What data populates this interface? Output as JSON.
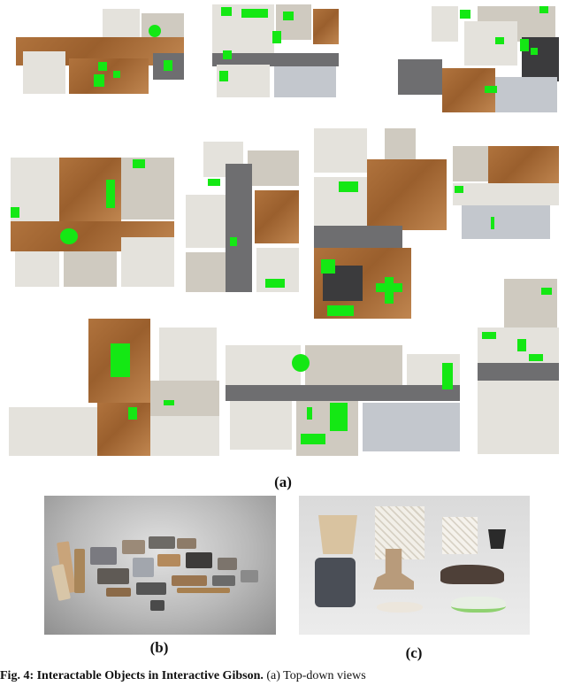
{
  "figure": {
    "panels": [
      {
        "id": "a",
        "label": "(a)"
      },
      {
        "id": "b",
        "label": "(b)"
      },
      {
        "id": "c",
        "label": "(c)"
      }
    ],
    "caption": {
      "fig_label": "Fig. 4:",
      "title": "Interactable Objects in Interactive Gibson.",
      "text": "(a) Top-down views"
    }
  },
  "colors": {
    "object_highlight": "#14e814",
    "floor_wood": "#a86a35"
  }
}
